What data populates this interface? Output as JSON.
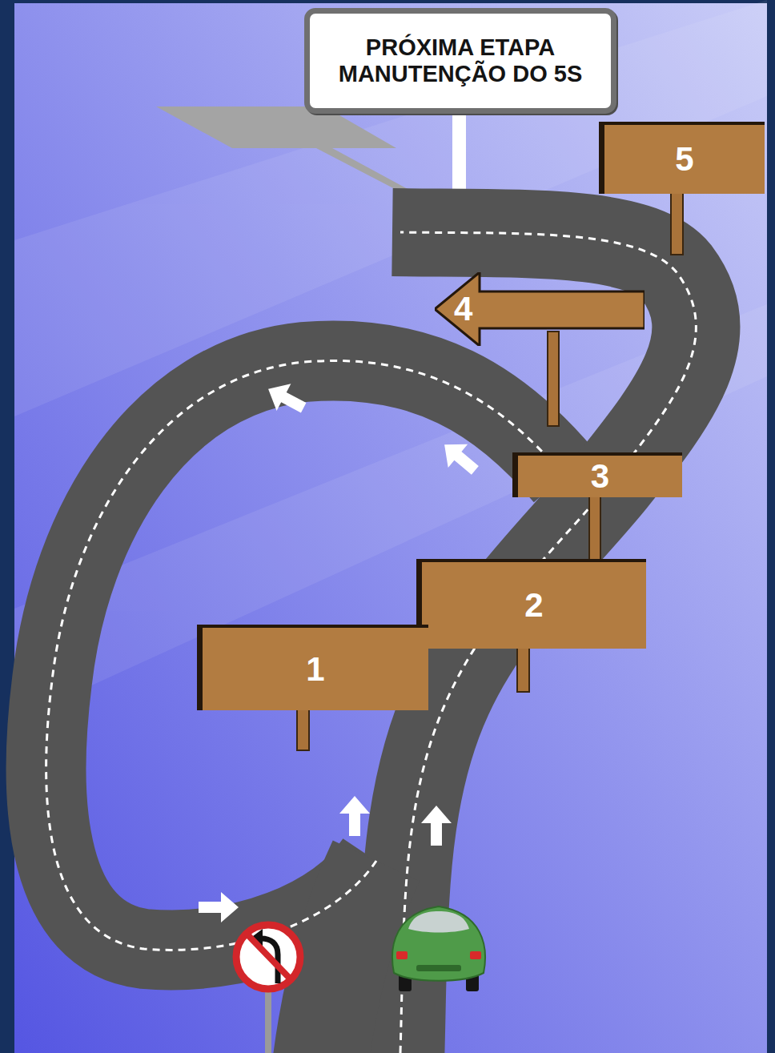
{
  "diagram": {
    "nodes": [
      {
        "text": [
          "PRÓXIMA ETAPA MANUTENÇÃO DO 5S"
        ]
      },
      {
        "text": [
          "5"
        ]
      },
      {
        "text": [
          "4"
        ]
      },
      {
        "text": [
          "3"
        ]
      },
      {
        "text": [
          "2"
        ]
      },
      {
        "text": [
          "1"
        ]
      }
    ]
  }
}
